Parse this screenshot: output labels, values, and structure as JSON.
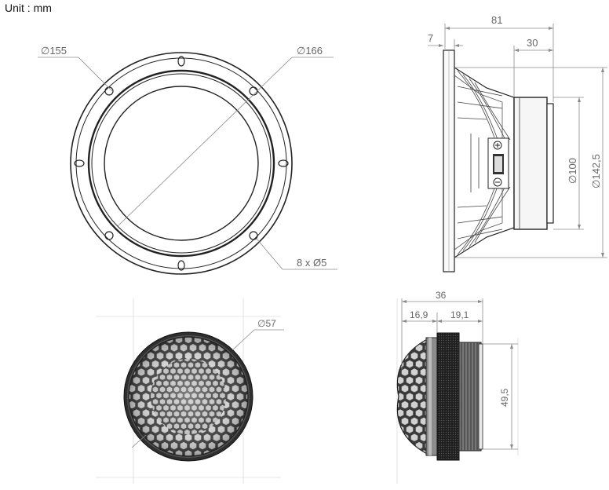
{
  "unit_label": "Unit : mm",
  "woofer_front": {
    "inner_diameter_label": "∅155",
    "outer_diameter_label": "∅166",
    "holes_label": "8 x Ø5"
  },
  "woofer_side": {
    "overall_depth": "81",
    "flange_thickness": "7",
    "magnet_depth": "30",
    "magnet_diameter": "∅100",
    "frame_diameter": "∅142,5"
  },
  "tweeter_front": {
    "diameter_label": "∅57"
  },
  "tweeter_side": {
    "overall_depth": "36",
    "dome_depth": "16,9",
    "body_depth": "19,1",
    "thread_diameter": "49,5"
  },
  "colors": {
    "outline": "#222222",
    "dimension": "#8a8a8a",
    "label": "#666666",
    "grille": "#3c3c3c"
  }
}
